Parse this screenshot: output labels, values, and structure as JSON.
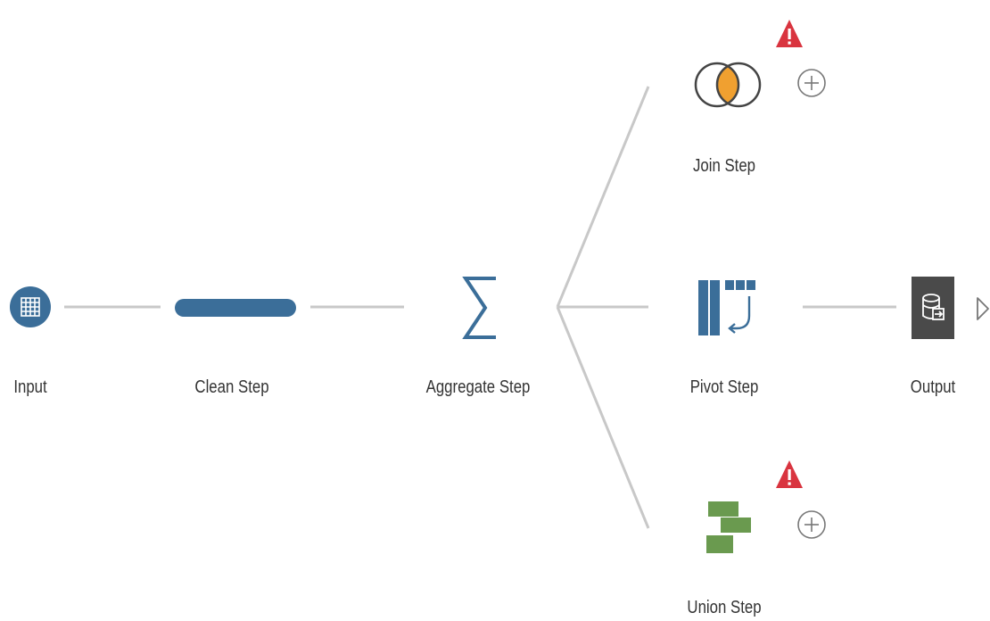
{
  "flow": {
    "nodes": {
      "input": {
        "label": "Input",
        "icon": "table-grid-icon"
      },
      "clean": {
        "label": "Clean Step",
        "icon": "clean-bar-icon"
      },
      "aggregate": {
        "label": "Aggregate Step",
        "icon": "sigma-icon"
      },
      "join": {
        "label": "Join Step",
        "icon": "venn-join-icon",
        "warning": true
      },
      "pivot": {
        "label": "Pivot Step",
        "icon": "pivot-icon"
      },
      "output": {
        "label": "Output",
        "icon": "output-database-icon"
      },
      "union": {
        "label": "Union Step",
        "icon": "union-blocks-icon",
        "warning": true
      }
    },
    "colors": {
      "primary_blue": "#3b6e99",
      "connector_gray": "#cccccc",
      "warning_red": "#d9343f",
      "join_orange": "#f0a030",
      "union_green": "#6a9a4f",
      "output_dark": "#4a4a4a"
    }
  }
}
